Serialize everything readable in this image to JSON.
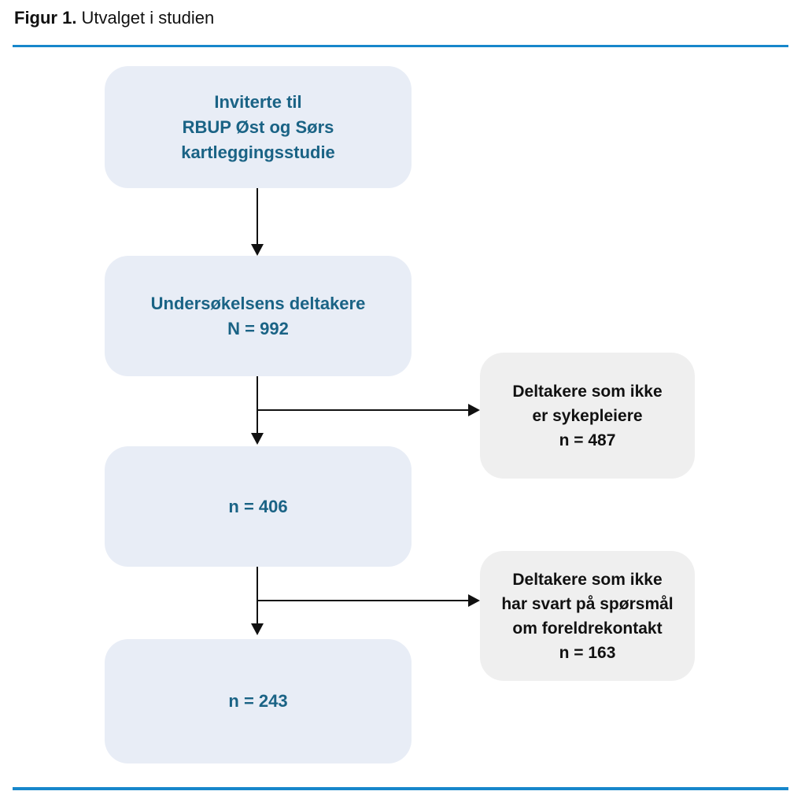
{
  "figure": {
    "label": "Figur 1.",
    "title": "Utvalget i studien"
  },
  "diagram": {
    "main_boxes": [
      {
        "id": "invited",
        "lines": [
          "Inviterte til",
          "RBUP Øst og Sørs",
          "kartleggingsstudie"
        ]
      },
      {
        "id": "participants",
        "lines": [
          "Undersøkelsens deltakere",
          "N = 992"
        ]
      },
      {
        "id": "n406",
        "lines": [
          "n = 406"
        ]
      },
      {
        "id": "n243",
        "lines": [
          "n = 243"
        ]
      }
    ],
    "exclusion_boxes": [
      {
        "id": "not-nurses",
        "lines": [
          "Deltakere som ikke",
          "er sykepleiere",
          "n = 487"
        ]
      },
      {
        "id": "no-parent-contact",
        "lines": [
          "Deltakere som ikke",
          "har svart på spørsmål",
          "om foreldrekontakt",
          "n = 163"
        ]
      }
    ]
  },
  "colors": {
    "rule_blue": "#1787cb",
    "main_box_bg": "#e8edf6",
    "exclusion_box_bg": "#efefef",
    "main_text_teal": "#1a6385",
    "exclusion_text": "#111111",
    "arrow": "#111111",
    "background": "#ffffff"
  }
}
